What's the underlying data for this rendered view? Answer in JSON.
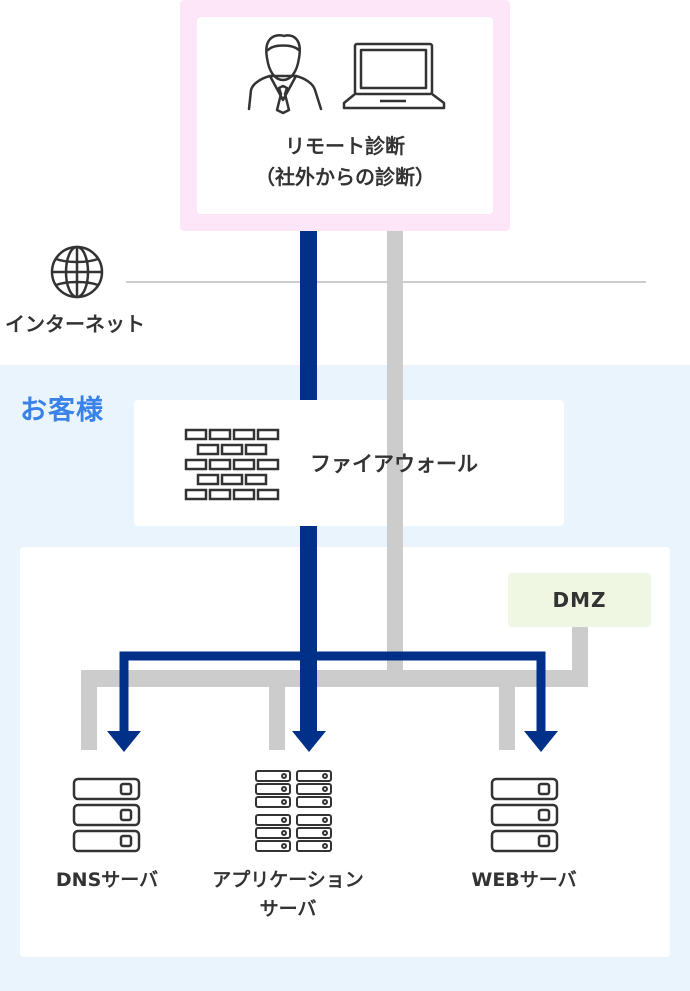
{
  "remote": {
    "title_line1": "リモート診断",
    "title_line2": "（社外からの診断）",
    "icons": [
      "person-icon",
      "laptop-icon"
    ],
    "frame_color": "#fde6f8"
  },
  "internet": {
    "label": "インターネット",
    "icon": "globe-icon"
  },
  "customer": {
    "label": "お客様",
    "label_color": "#3b82e8",
    "zone_color": "#eaf4fd"
  },
  "firewall": {
    "label": "ファイアウォール",
    "icon": "brick-wall-icon"
  },
  "dmz": {
    "label": "DMZ",
    "color": "#eff7e3"
  },
  "servers": [
    {
      "id": "dns",
      "label": "DNSサーバ",
      "icon": "server-rack-icon"
    },
    {
      "id": "app",
      "label_line1": "アプリケーション",
      "label_line2": "サーバ",
      "icon": "server-cluster-icon"
    },
    {
      "id": "web",
      "label": "WEBサーバ",
      "icon": "server-rack-icon"
    }
  ],
  "colors": {
    "remote_path": "#003087",
    "network_line": "#cccccc"
  }
}
